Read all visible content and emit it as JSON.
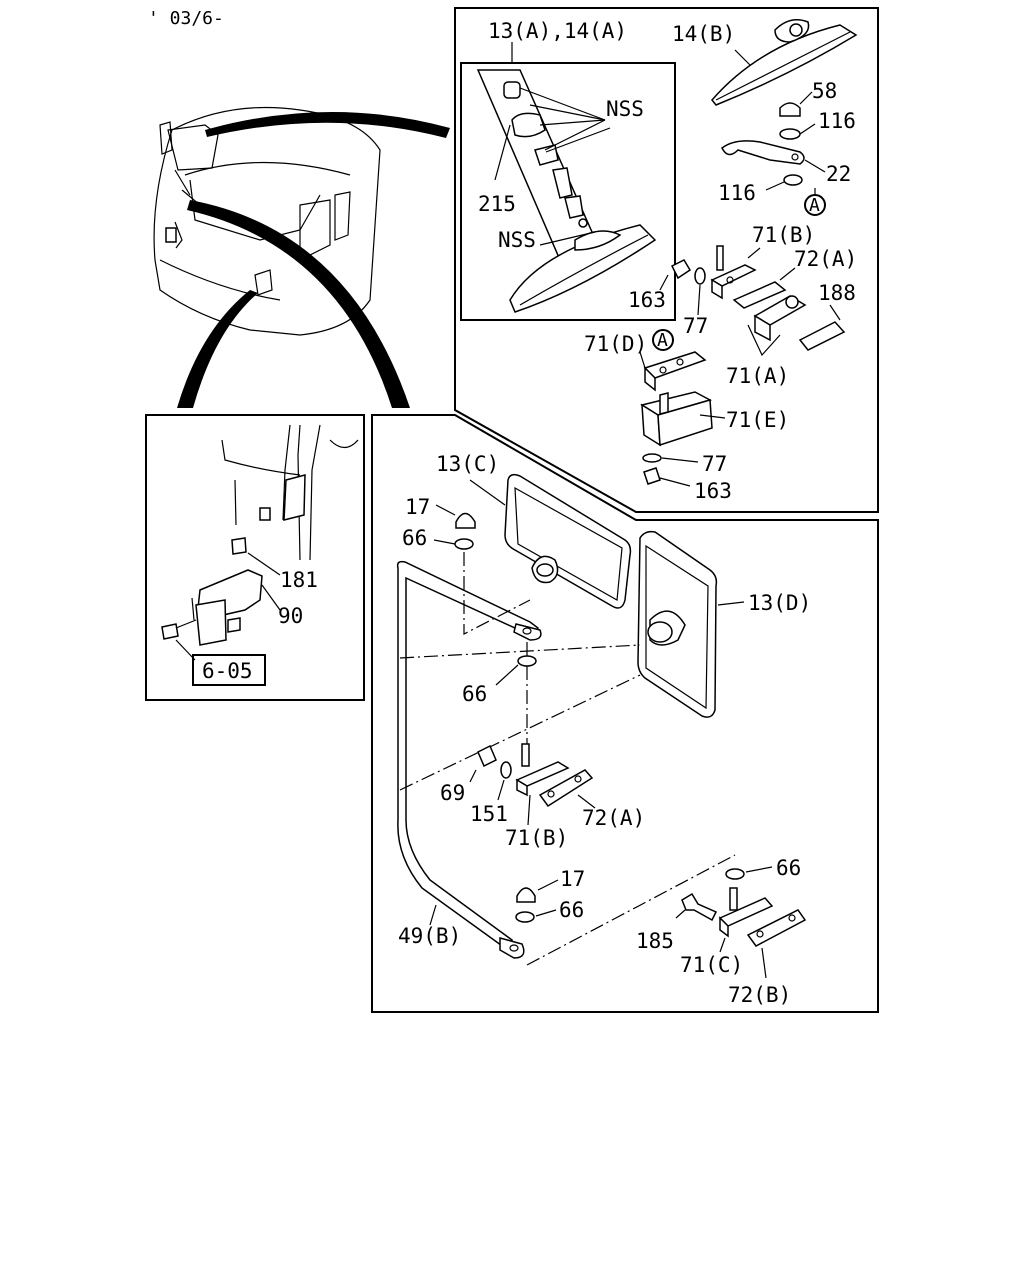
{
  "header": {
    "date_code": "' 03/6-"
  },
  "inset_left": {
    "callouts": {
      "p181": "181",
      "p90": "90"
    },
    "ref_box": "6-05"
  },
  "upper_right": {
    "callouts": {
      "p13a14a": "13(A),14(A)",
      "p14b": "14(B)",
      "nss1": "NSS",
      "nss2": "NSS",
      "p215": "215",
      "p58": "58",
      "p116a": "116",
      "p22": "22",
      "p116b": "116",
      "circle_a1": "A",
      "p71b": "71(B)",
      "p72a": "72(A)",
      "p163a": "163",
      "p77a": "77",
      "p188": "188",
      "p71d": "71(D)",
      "circle_a2": "A",
      "p71a": "71(A)",
      "p71e": "71(E)",
      "p77b": "77",
      "p163b": "163"
    }
  },
  "lower_right": {
    "callouts": {
      "p13c": "13(C)",
      "p17a": "17",
      "p66a": "66",
      "p13d": "13(D)",
      "p66b": "66",
      "p69": "69",
      "p151": "151",
      "p71b": "71(B)",
      "p72a": "72(A)",
      "p17b": "17",
      "p66c": "66",
      "p66d": "66",
      "p49b": "49(B)",
      "p185": "185",
      "p71c": "71(C)",
      "p72b": "72(B)"
    }
  }
}
